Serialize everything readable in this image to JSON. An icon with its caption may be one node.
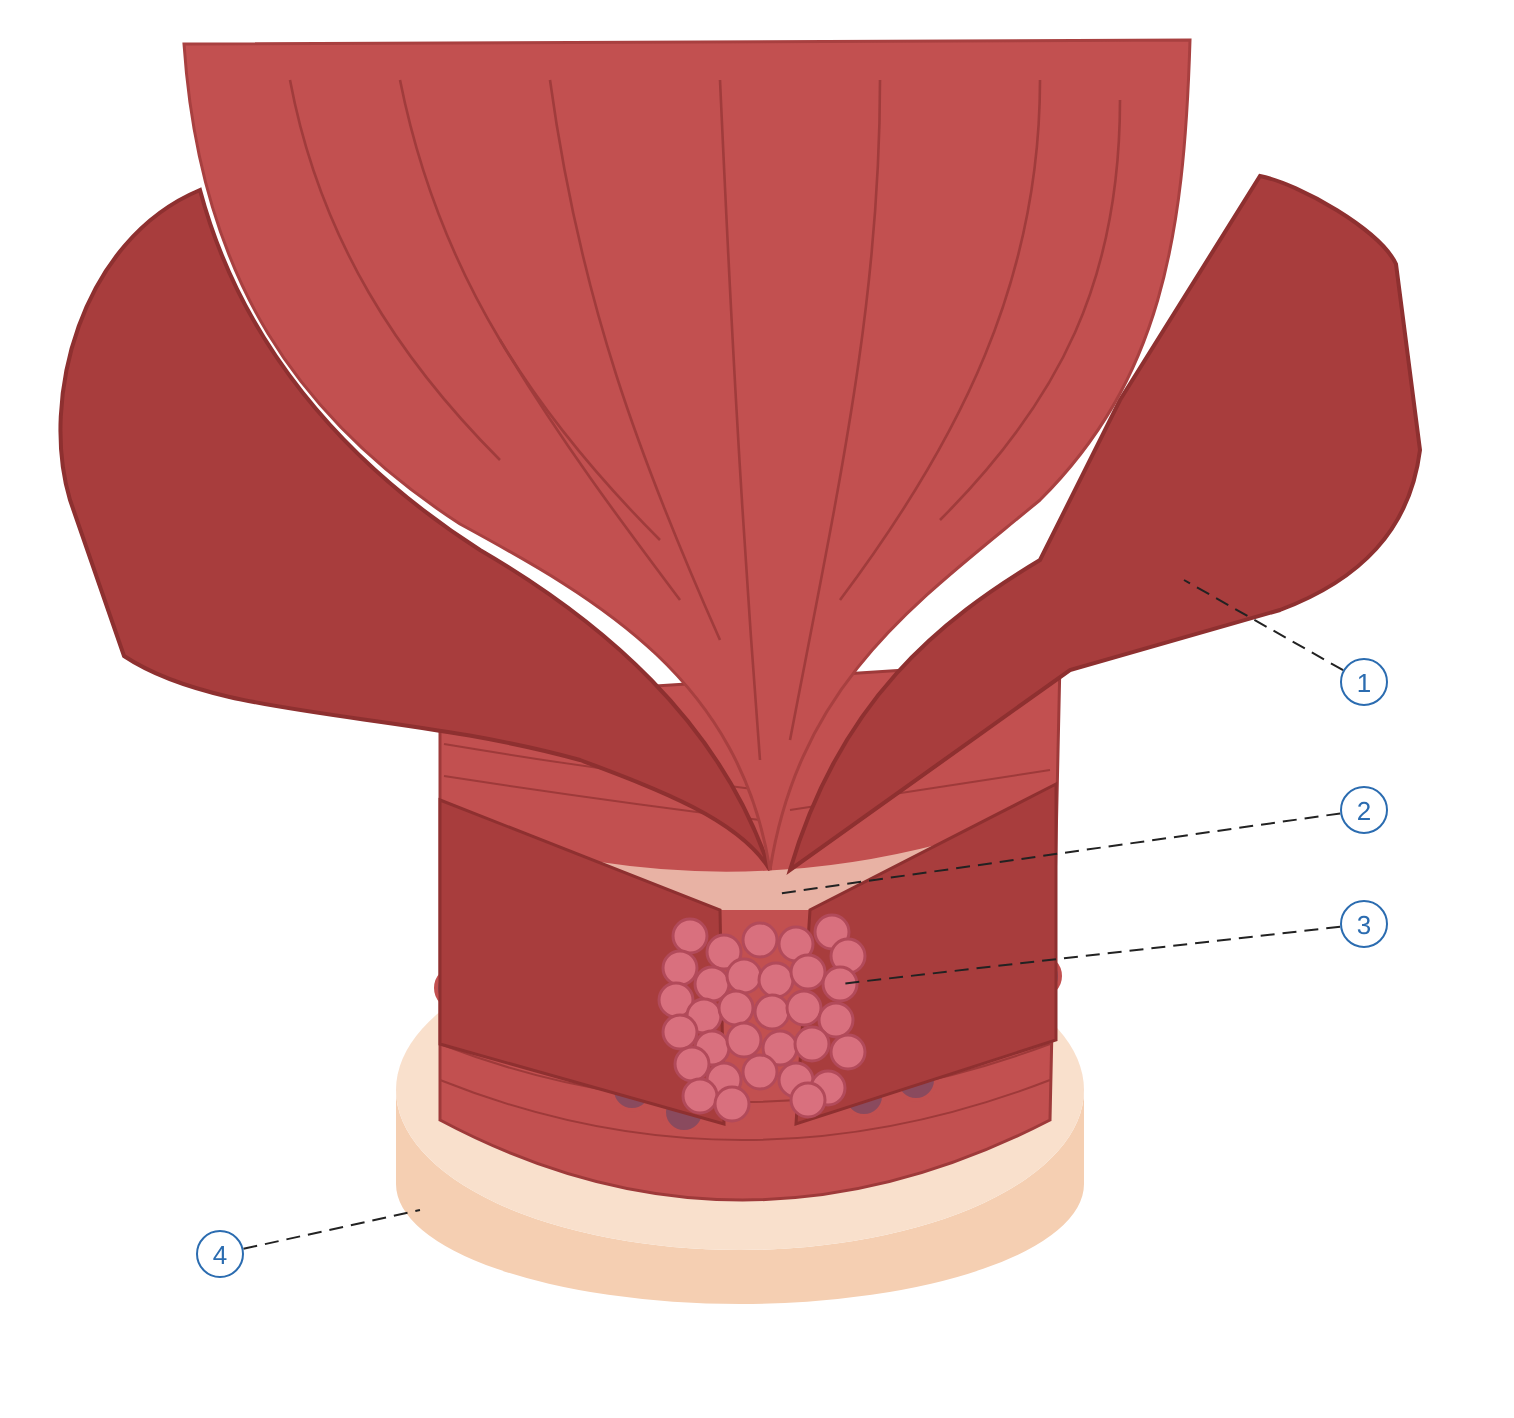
{
  "diagram": {
    "nodes": [
      {
        "text": [
          "1"
        ]
      },
      {
        "text": [],
        "shape": "picture"
      },
      {
        "text": [
          "2"
        ]
      },
      {
        "text": [],
        "shape": "box"
      },
      {
        "text": [
          "3"
        ]
      },
      {
        "text": [],
        "shape": "picture"
      },
      {
        "text": [
          "4"
        ]
      },
      {
        "text": [],
        "shape": "picture"
      }
    ],
    "edges": [
      {
        "from": 0,
        "to": 1,
        "arrow": "none",
        "style": "dashed"
      },
      {
        "from": 2,
        "to": 3,
        "arrow": "none",
        "style": "dashed"
      },
      {
        "from": 4,
        "to": 5,
        "arrow": "none",
        "style": "dashed"
      },
      {
        "from": 6,
        "to": 7,
        "arrow": "none",
        "style": "dashed"
      }
    ]
  }
}
